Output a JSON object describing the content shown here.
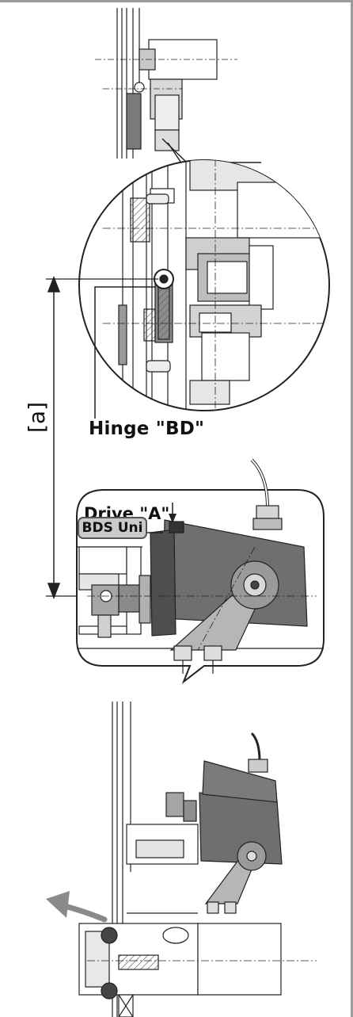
{
  "labels": {
    "hinge": "Hinge \"BD\"",
    "drive": "Drive \"A\"",
    "product": "BDS Uni",
    "dimension": "[a]"
  },
  "colors": {
    "frame_gray": "#a9a9a9",
    "dark_gray": "#5e5e5e",
    "light_gray": "#d4d4d4",
    "outline": "#222222",
    "badge_fill": "#c9c9c9",
    "arrow_gray": "#8a8a8a"
  },
  "icons": {
    "open_arrow": "curved-arrow-left-icon"
  }
}
